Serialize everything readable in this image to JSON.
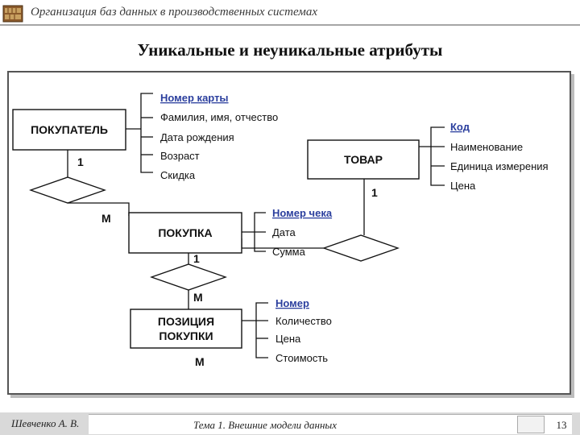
{
  "header": {
    "title": "Организация баз данных в производственных системах"
  },
  "slide": {
    "title": "Уникальные и неуникальные атрибуты"
  },
  "entities": {
    "customer": {
      "name": "ПОКУПАТЕЛЬ",
      "key": "Номер карты",
      "attributes": [
        "Фамилия, имя, отчество",
        "Дата рождения",
        "Возраст",
        "Скидка"
      ]
    },
    "product": {
      "name": "ТОВАР",
      "key": "Код",
      "attributes": [
        "Наименование",
        "Единица измерения",
        "Цена"
      ]
    },
    "purchase": {
      "name": "ПОКУПКА",
      "key": "Номер чека",
      "attributes": [
        "Дата",
        "Сумма"
      ]
    },
    "item": {
      "name_line1": "ПОЗИЦИЯ",
      "name_line2": "ПОКУПКИ",
      "key": "Номер",
      "attributes": [
        "Количество",
        "Цена",
        "Стоимость"
      ]
    }
  },
  "cardinalities": {
    "customer": "1",
    "purchase_customer": "М",
    "product": "1",
    "purchase_item": "1",
    "item_purchase": "М",
    "item_bottom": "М"
  },
  "colors": {
    "key_attribute": "#2b3f9e",
    "frame": "#555555",
    "footer": "#d9d9d9"
  },
  "footer": {
    "author": "Шевченко А. В.",
    "topic": "Тема 1. Внешние модели данных",
    "page": "13"
  }
}
